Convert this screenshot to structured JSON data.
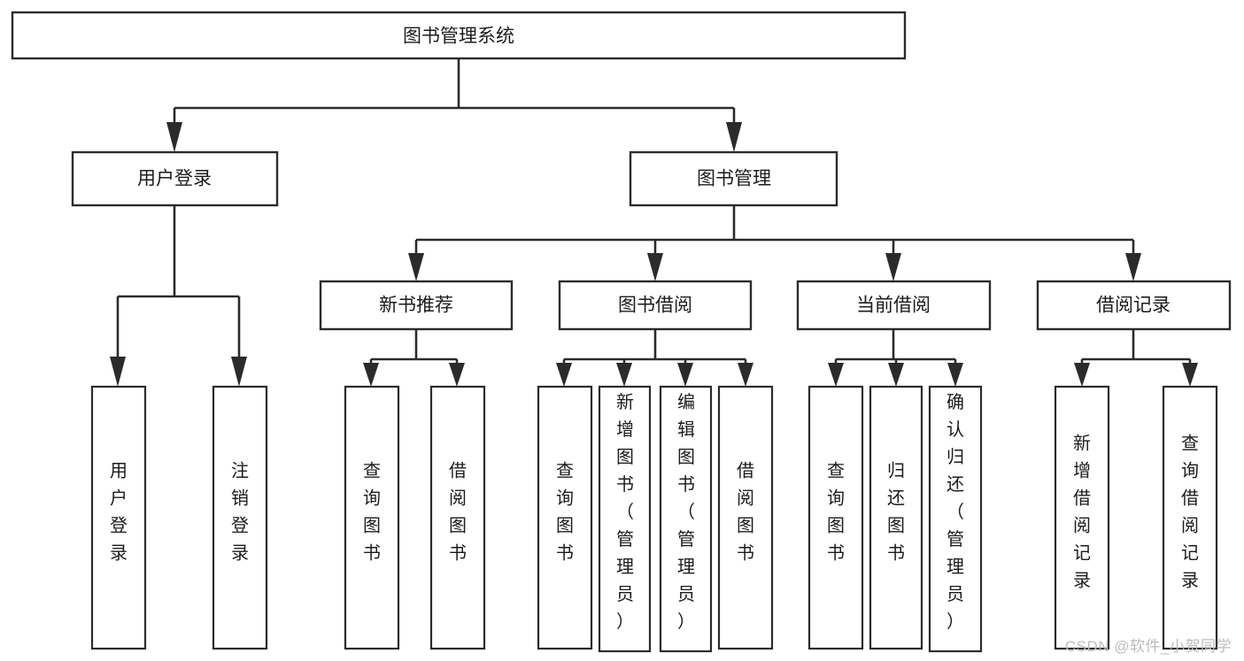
{
  "diagram": {
    "title": "图书管理系统",
    "watermark": "CSDN @软件_小贺同学",
    "colors": {
      "stroke": "#2b2b2b",
      "fill": "#ffffff",
      "text": "#1b1b1b",
      "watermark": "#bdbdbd"
    },
    "root": {
      "label": "图书管理系统"
    },
    "level2": [
      {
        "label": "用户登录"
      },
      {
        "label": "图书管理"
      }
    ],
    "level3": [
      {
        "label": "新书推荐"
      },
      {
        "label": "图书借阅"
      },
      {
        "label": "当前借阅"
      },
      {
        "label": "借阅记录"
      }
    ],
    "leaves": {
      "user_login": [
        {
          "label": "用户登录"
        },
        {
          "label": "注销登录"
        }
      ],
      "new_book": [
        {
          "label": "查询图书"
        },
        {
          "label": "借阅图书"
        }
      ],
      "book_borrow": [
        {
          "label": "查询图书"
        },
        {
          "label": "新增图书（管理员）"
        },
        {
          "label": "编辑图书（管理员）"
        },
        {
          "label": "借阅图书"
        }
      ],
      "current_borrow": [
        {
          "label": "查询图书"
        },
        {
          "label": "归还图书"
        },
        {
          "label": "确认归还（管理员）"
        }
      ],
      "borrow_record": [
        {
          "label": "新增借阅记录"
        },
        {
          "label": "查询借阅记录"
        }
      ]
    }
  }
}
